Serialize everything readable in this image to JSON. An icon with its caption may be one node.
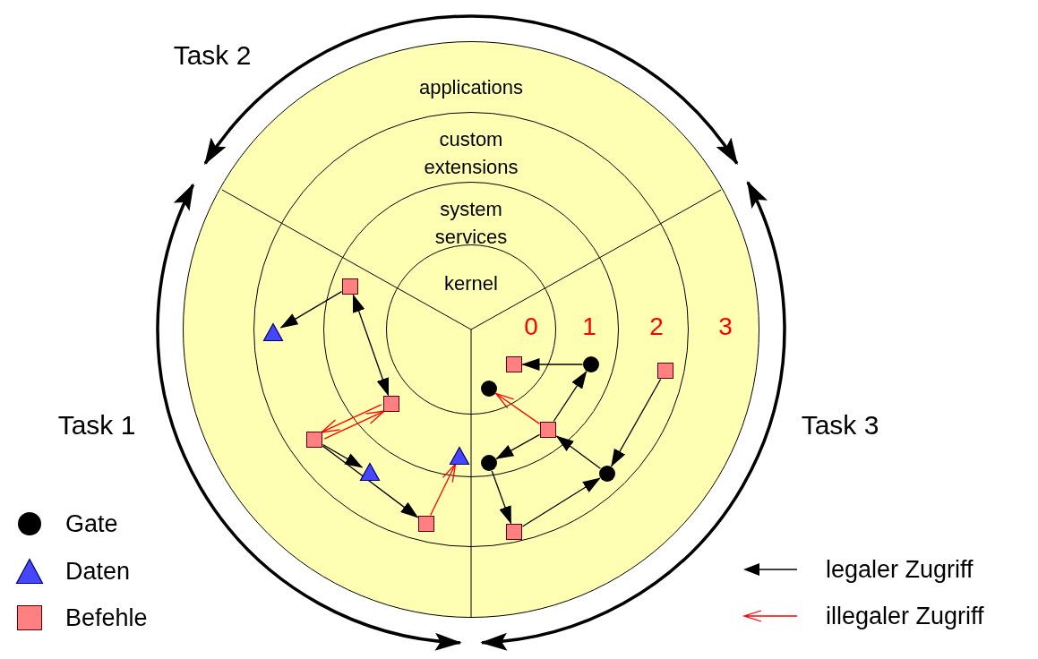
{
  "diagram": {
    "nodes": [
      {
        "text": [
          "applications"
        ]
      },
      {
        "text": [
          "custom extensions"
        ],
        "in": 0
      },
      {
        "text": [
          "system services"
        ],
        "in": 1
      },
      {
        "text": [
          "kernel"
        ],
        "in": 2
      },
      {
        "text": [],
        "shape": "box",
        "in": 2
      },
      {
        "text": [],
        "shape": "triangle",
        "in": 1
      },
      {
        "text": [],
        "shape": "box",
        "in": 3
      },
      {
        "text": [],
        "shape": "circle",
        "in": 2
      },
      {
        "text": [],
        "shape": "box",
        "in": 1
      },
      {
        "text": [],
        "shape": "circle",
        "in": 3
      },
      {
        "text": [],
        "shape": "box",
        "in": 2
      },
      {
        "text": [],
        "shape": "box",
        "in": 2
      },
      {
        "text": [],
        "shape": "box",
        "in": 1
      },
      {
        "text": [],
        "shape": "triangle",
        "in": 2
      },
      {
        "text": [],
        "shape": "circle",
        "in": 2
      },
      {
        "text": [],
        "shape": "triangle",
        "in": 1
      },
      {
        "text": [],
        "shape": "circle",
        "in": 1
      },
      {
        "text": [],
        "shape": "box",
        "in": 1
      },
      {
        "text": [],
        "shape": "box",
        "in": 1
      }
    ],
    "edges": [
      {
        "from": 4,
        "to": 5,
        "arrow": "to"
      },
      {
        "from": 4,
        "to": 10,
        "arrow": "both"
      },
      {
        "from": 12,
        "to": 10,
        "arrow": "to",
        "color": "#ff0000"
      },
      {
        "from": 10,
        "to": 12,
        "arrow": "to",
        "color": "#ff0000"
      },
      {
        "from": 12,
        "to": 15,
        "arrow": "to"
      },
      {
        "from": 12,
        "to": 17,
        "arrow": "to"
      },
      {
        "from": 17,
        "to": 13,
        "arrow": "to",
        "color": "#ff0000"
      },
      {
        "from": 7,
        "to": 6,
        "arrow": "to"
      },
      {
        "from": 11,
        "to": 7,
        "arrow": "to"
      },
      {
        "from": 11,
        "to": 9,
        "arrow": "to",
        "color": "#ff0000"
      },
      {
        "from": 11,
        "to": 14,
        "arrow": "to"
      },
      {
        "from": 14,
        "to": 18,
        "arrow": "to"
      },
      {
        "from": 18,
        "to": 16,
        "arrow": "to"
      },
      {
        "from": 16,
        "to": 11,
        "arrow": "to"
      },
      {
        "from": 8,
        "to": 16,
        "arrow": "to"
      }
    ],
    "labels": [
      "Task 2",
      "0",
      "1",
      "2",
      "3",
      "Task 1",
      "Task 3"
    ],
    "legend": [
      {
        "text": "Gate"
      },
      {
        "text": "Daten"
      },
      {
        "text": "Befehle"
      },
      {
        "text": "legaler Zugriff"
      },
      {
        "text": "illegaler Zugriff"
      }
    ]
  }
}
